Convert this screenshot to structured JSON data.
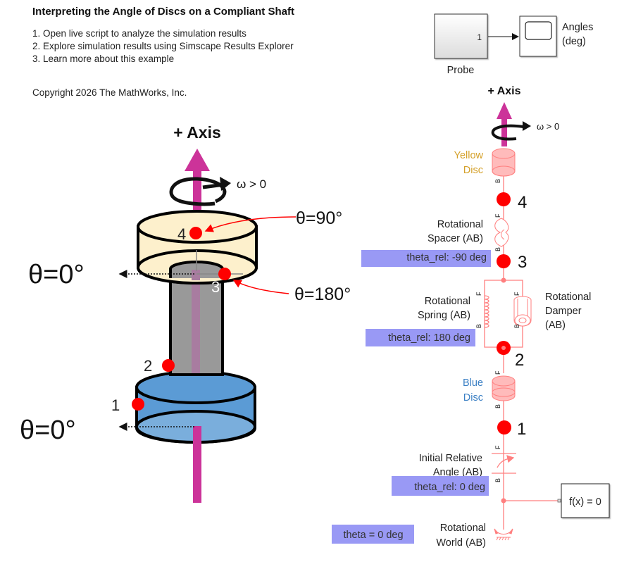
{
  "header": {
    "title": "Interpreting the Angle of Discs on a Compliant Shaft",
    "links": [
      "1. Open live script to analyze the simulation results",
      "2. Explore simulation results using Simscape Results Explorer",
      "3. Learn more about this example"
    ],
    "copyright": "Copyright 2026 The MathWorks, Inc."
  },
  "illustration": {
    "axis_label": "+ Axis",
    "omega_label": "ω > 0",
    "theta_top_left": "θ=0°",
    "theta_bottom_left": "θ=0°",
    "theta_90": "θ=90°",
    "theta_180": "θ=180°",
    "points": [
      "1",
      "2",
      "3",
      "4"
    ],
    "colors": {
      "axis": "#cc3399",
      "yellow_disc": "#fdf0cc",
      "blue_disc_side": "#5b9bd5",
      "blue_disc_top": "#7aaedc",
      "shaft": "#999999",
      "marker": "#ff0000"
    }
  },
  "model": {
    "probe": {
      "label": "Probe",
      "port": "1"
    },
    "scope": {
      "label_line1": "Angles",
      "label_line2": "(deg)"
    },
    "axis_label": "+ Axis",
    "omega_label": "ω > 0",
    "blocks": {
      "yellow_disc": {
        "line1": "Yellow",
        "line2": "Disc",
        "color": "#d4a029"
      },
      "spacer": {
        "line1": "Rotational",
        "line2": "Spacer (AB)",
        "param": "theta_rel: -90 deg"
      },
      "spring": {
        "line1": "Rotational",
        "line2": "Spring (AB)",
        "param": "theta_rel: 180 deg"
      },
      "damper": {
        "line1": "Rotational",
        "line2": "Damper",
        "line3": "(AB)"
      },
      "blue_disc": {
        "line1": "Blue",
        "line2": "Disc",
        "color": "#3a7fc4"
      },
      "initial_angle": {
        "line1": "Initial Relative",
        "line2": "Angle (AB)",
        "param": "theta_rel: 0 deg"
      },
      "world": {
        "line1": "Rotational",
        "line2": "World (AB)",
        "param": "theta = 0 deg"
      },
      "solver": {
        "label": "f(x) = 0"
      }
    },
    "points": [
      "4",
      "3",
      "2",
      "1"
    ],
    "port_labels": {
      "base": "B",
      "follower": "F"
    },
    "colors": {
      "connection": "#ff7f7f",
      "block_fill": "#ffbbbb",
      "highlight": "#9999f5"
    }
  }
}
